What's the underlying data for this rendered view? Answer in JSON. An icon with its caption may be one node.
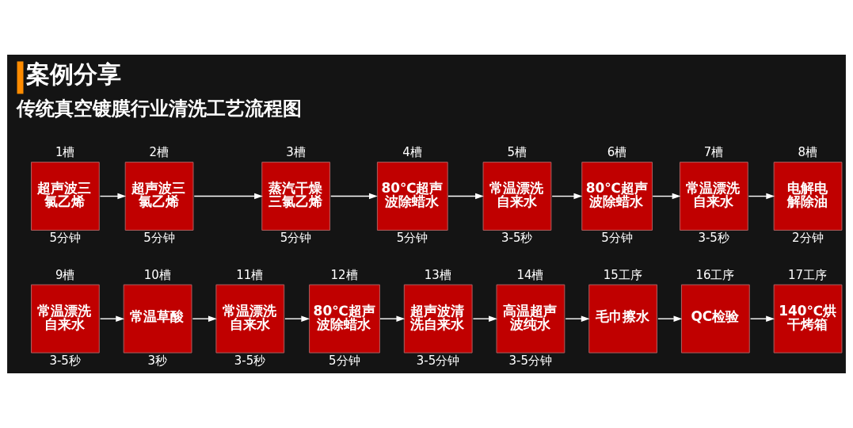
{
  "diagram": {
    "title": "案例分享",
    "nodes": [
      {
        "text": [
          "1槽",
          "超声波三氯乙烯"
        ],
        "beside": [
          "5分钟"
        ]
      },
      {
        "text": [
          "2槽",
          "超声波三氯乙烯"
        ],
        "beside": [
          "5分钟"
        ]
      },
      {
        "text": [
          "3槽",
          "蒸汽干燥三氯乙烯"
        ],
        "beside": [
          "5分钟"
        ]
      },
      {
        "text": [
          "4槽",
          "80℃超声波除蜡水"
        ],
        "beside": [
          "5分钟"
        ]
      },
      {
        "text": [
          "5槽",
          "常温漂洗自来水"
        ],
        "beside": [
          "3-5秒"
        ]
      },
      {
        "text": [
          "6槽",
          "80℃超声波除蜡水"
        ],
        "beside": [
          "5分钟"
        ]
      },
      {
        "text": [
          "7槽",
          "常温漂洗自来水"
        ],
        "beside": [
          "3-5秒"
        ]
      },
      {
        "text": [
          "8槽",
          "电解电解除油"
        ],
        "beside": [
          "2分钟"
        ]
      },
      {
        "text": [
          "9槽",
          "常温漂洗自来水"
        ],
        "beside": [
          "3-5秒"
        ]
      },
      {
        "text": [
          "10槽",
          "常温草酸"
        ],
        "beside": [
          "3秒"
        ]
      },
      {
        "text": [
          "11槽",
          "常温漂洗自来水"
        ],
        "beside": [
          "3-5秒"
        ]
      },
      {
        "text": [
          "12槽",
          "80℃超声波除蜡水"
        ],
        "beside": [
          "5分钟"
        ]
      },
      {
        "text": [
          "13槽",
          "超声波清洗自来水"
        ],
        "beside": [
          "3-5分钟"
        ]
      },
      {
        "text": [
          "14槽",
          "高温超声波纯水"
        ],
        "beside": [
          "3-5分钟"
        ]
      },
      {
        "text": [
          "15工序",
          "毛巾擦水"
        ]
      },
      {
        "text": [
          "16工序",
          "QC检验"
        ]
      },
      {
        "text": [
          "17工序",
          "140℃烘干烤箱"
        ]
      }
    ],
    "edges": [
      {
        "from": 0,
        "to": 1,
        "arrow": "to"
      },
      {
        "from": 1,
        "to": 2,
        "arrow": "to"
      },
      {
        "from": 2,
        "to": 3,
        "arrow": "to"
      },
      {
        "from": 3,
        "to": 4,
        "arrow": "to"
      },
      {
        "from": 4,
        "to": 5,
        "arrow": "to"
      },
      {
        "from": 5,
        "to": 6,
        "arrow": "to"
      },
      {
        "from": 6,
        "to": 7,
        "arrow": "to"
      },
      {
        "from": 8,
        "to": 9,
        "arrow": "to"
      },
      {
        "from": 9,
        "to": 10,
        "arrow": "to"
      },
      {
        "from": 10,
        "to": 11,
        "arrow": "to"
      },
      {
        "from": 11,
        "to": 12,
        "arrow": "to"
      },
      {
        "from": 12,
        "to": 13,
        "arrow": "to"
      },
      {
        "from": 13,
        "to": 14,
        "arrow": "to"
      },
      {
        "from": 14,
        "to": 15,
        "arrow": "to"
      },
      {
        "from": 15,
        "to": 16,
        "arrow": "to"
      }
    ],
    "labels": [
      "传统真空镀膜行业清洗工艺流程图"
    ]
  }
}
